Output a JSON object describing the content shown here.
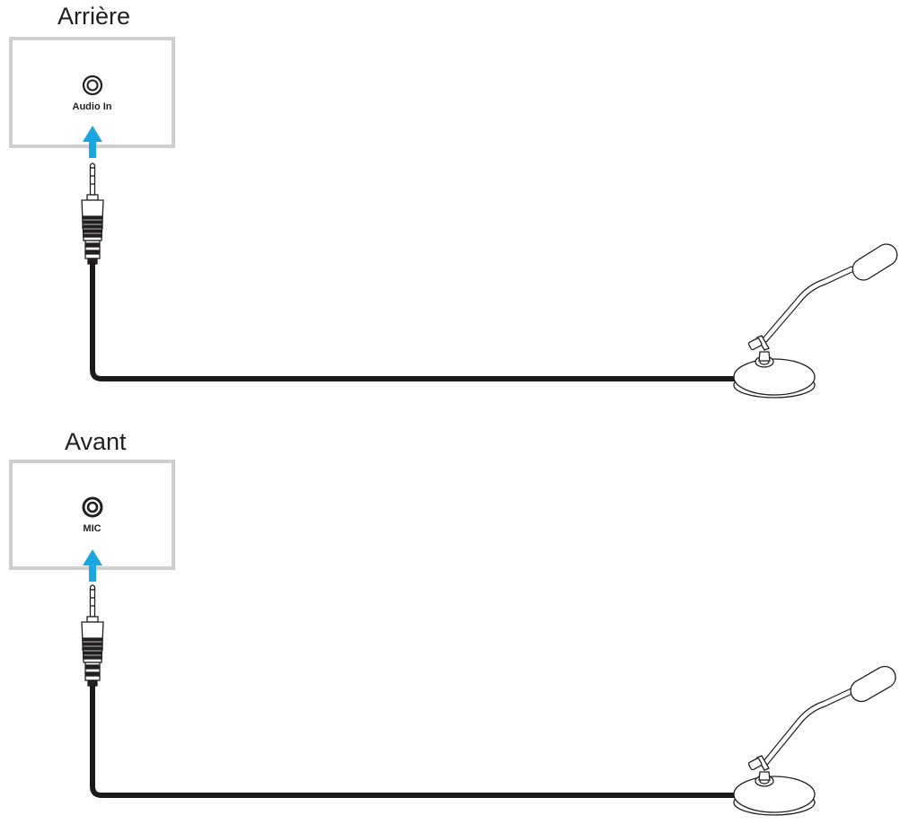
{
  "sections": [
    {
      "title": "Arrière",
      "port": {
        "label": "Audio In",
        "icon": "audio-jack-icon"
      }
    },
    {
      "title": "Avant",
      "port": {
        "label": "MIC",
        "icon": "mic-jack-icon"
      }
    }
  ],
  "colors": {
    "panel_border": "#cfcfcf",
    "arrow": "#1aa7e1",
    "cable": "#1a1a1a",
    "outline": "#231f20"
  }
}
